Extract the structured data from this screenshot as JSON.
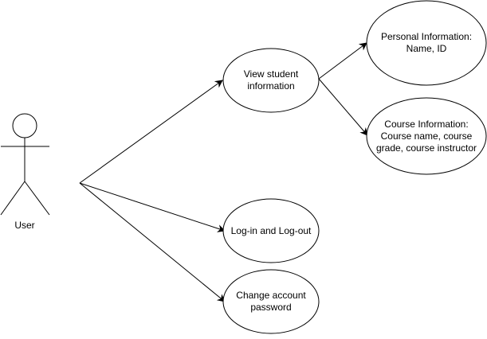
{
  "diagram": {
    "actor": {
      "label": "User",
      "icon": "stick-figure-icon"
    },
    "use_cases": {
      "view_student_information": "View student\ninformation",
      "personal_information": "Personal Information:\nName, ID",
      "course_information": "Course Information:\nCourse name, course\ngrade, course instructor",
      "login_logout": "Log-in and Log-out",
      "change_password": "Change account\npassword"
    },
    "colors": {
      "stroke": "#000000",
      "fill": "#ffffff",
      "text": "#000000"
    }
  }
}
